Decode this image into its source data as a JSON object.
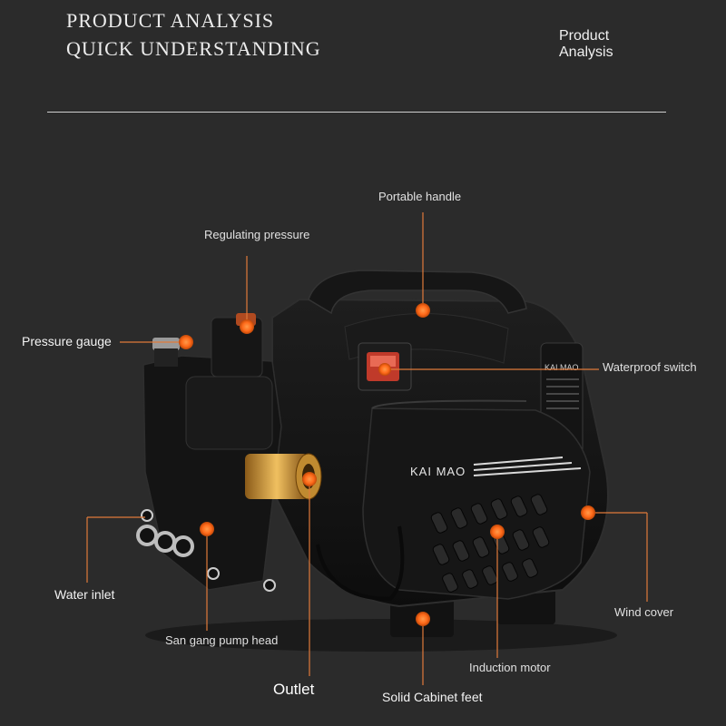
{
  "header": {
    "line1": "PRODUCT ANALYSIS",
    "line2": "QUICK UNDERSTANDING",
    "side_title_line1": "Product",
    "side_title_line2": "Analysis"
  },
  "machine": {
    "brand": "KAI MAO"
  },
  "callouts": {
    "portable_handle": "Portable handle",
    "regulating_pressure": "Regulating pressure",
    "pressure_gauge": "Pressure gauge",
    "waterproof_switch": "Waterproof switch",
    "water_inlet": "Water inlet",
    "san_gang_pump_head": "San gang pump head",
    "outlet": "Outlet",
    "solid_cabinet_feet": "Solid Cabinet feet",
    "induction_motor": "Induction motor",
    "wind_cover": "Wind cover"
  },
  "colors": {
    "background": "#2b2b2b",
    "marker": "#ff6a1a",
    "leader_line": "#e07a3a"
  }
}
